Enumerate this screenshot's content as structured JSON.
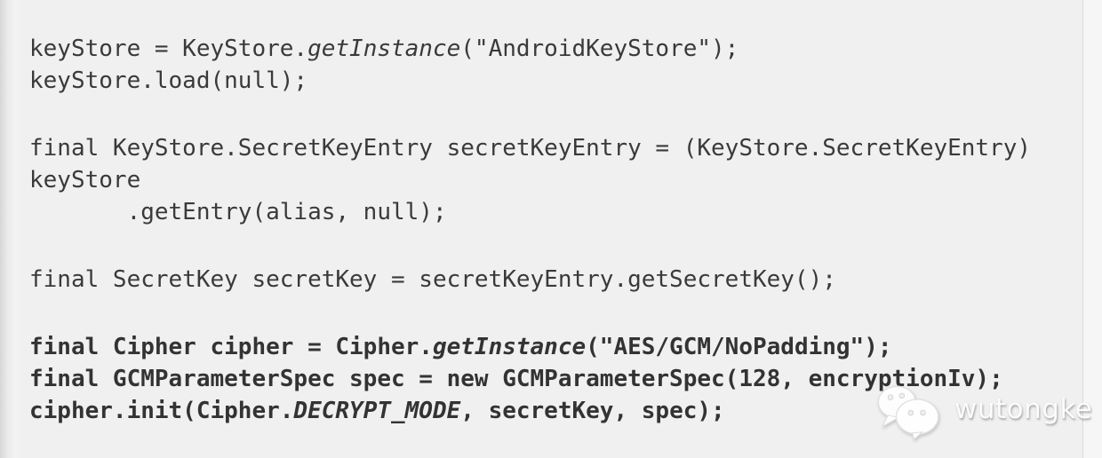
{
  "page": {
    "background_color": "#f0f0f0",
    "code_text_color": "#3a3a3a",
    "bold_text_color": "#333333"
  },
  "code": {
    "language": "java",
    "groups": [
      {
        "lines": [
          [
            {
              "t": "keyStore = KeyStore.",
              "st": "n"
            },
            {
              "t": "getInstance",
              "st": "i"
            },
            {
              "t": "(\"AndroidKeyStore\");",
              "st": "n"
            }
          ],
          [
            {
              "t": "keyStore.load(null);",
              "st": "n"
            }
          ]
        ]
      },
      {
        "lines": [
          [
            {
              "t": "final KeyStore.SecretKeyEntry secretKeyEntry = (KeyStore.SecretKeyEntry)",
              "st": "n"
            }
          ],
          [
            {
              "t": "keyStore",
              "st": "n"
            }
          ],
          [
            {
              "t": "       .getEntry(alias, null);",
              "st": "n"
            }
          ]
        ]
      },
      {
        "lines": [
          [
            {
              "t": "final SecretKey secretKey = secretKeyEntry.getSecretKey();",
              "st": "n"
            }
          ]
        ]
      },
      {
        "lines": [
          [
            {
              "t": "final Cipher cipher = Cipher.",
              "st": "b"
            },
            {
              "t": "getInstance",
              "st": "bi"
            },
            {
              "t": "(\"AES/GCM/NoPadding\");",
              "st": "b"
            }
          ],
          [
            {
              "t": "final GCMParameterSpec spec = new GCMParameterSpec(128, encryptionIv);",
              "st": "b"
            }
          ],
          [
            {
              "t": "cipher.init(Cipher.",
              "st": "b"
            },
            {
              "t": "DECRYPT_MODE",
              "st": "bi"
            },
            {
              "t": ", secretKey, spec);",
              "st": "b"
            }
          ]
        ]
      }
    ]
  },
  "watermark": {
    "label": "wutongke",
    "icon": "wechat-logo",
    "text_color": "#fcfcfc"
  }
}
